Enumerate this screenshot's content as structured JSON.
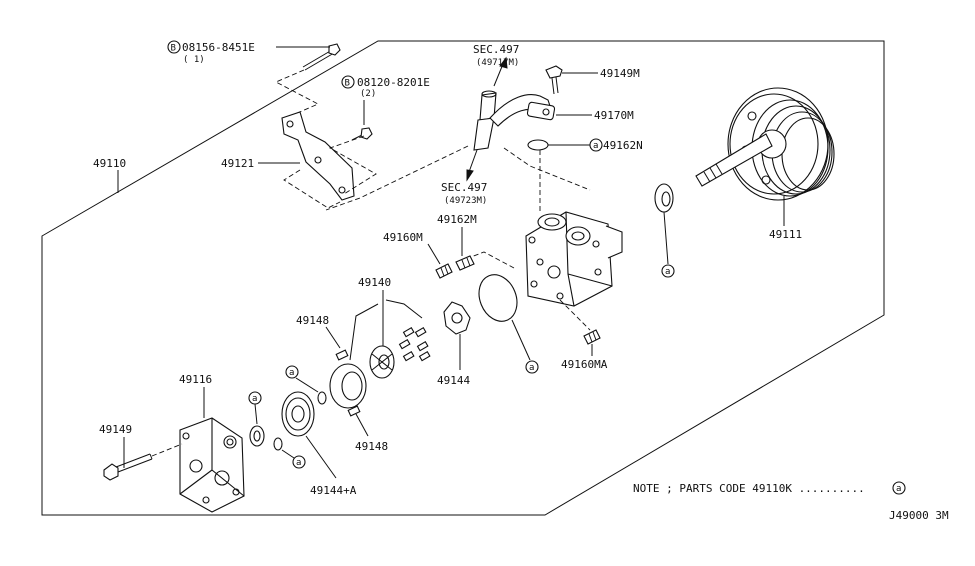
{
  "labels": {
    "bolt_top": "08156-8451E",
    "bolt_top_qty": "( 1)",
    "bolt_mid": "08120-8201E",
    "bolt_mid_qty": "(2)",
    "b_marker": "B",
    "sec_top": "SEC.497",
    "sec_top_sub": "(49717M)",
    "sec_bot": "SEC.497",
    "sec_bot_sub": "(49723M)",
    "p49149M": "49149M",
    "p49170M": "49170M",
    "p49162N": "49162N",
    "p49110": "49110",
    "p49121": "49121",
    "p49111": "49111",
    "p49162M": "49162M",
    "p49160M": "49160M",
    "p49140": "49140",
    "p49148a": "49148",
    "p49148b": "49148",
    "p49144": "49144",
    "p49160MA": "49160MA",
    "p49116": "49116",
    "p49149": "49149",
    "p49144A": "49144+A",
    "a_marker": "a",
    "note": "NOTE ; PARTS CODE 49110K ..........",
    "diagram_code": "J49000 3M"
  }
}
